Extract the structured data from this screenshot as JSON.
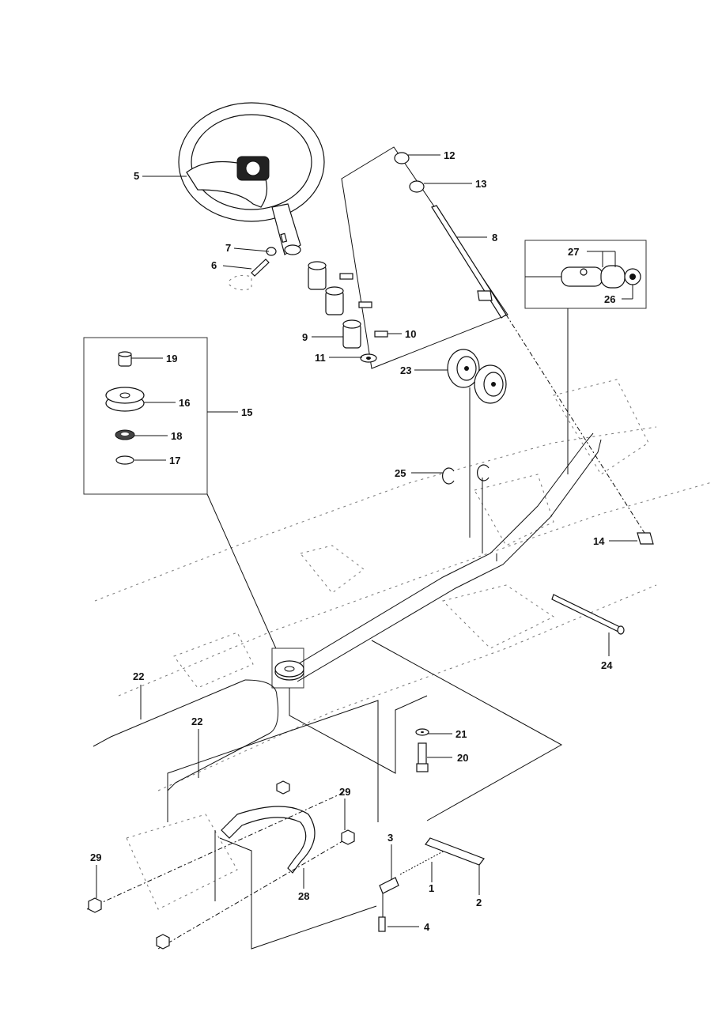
{
  "callouts": {
    "c1": "1",
    "c2": "2",
    "c3": "3",
    "c4": "4",
    "c5": "5",
    "c6": "6",
    "c7": "7",
    "c8": "8",
    "c9": "9",
    "c10": "10",
    "c11": "11",
    "c12": "12",
    "c13": "13",
    "c14": "14",
    "c15": "15",
    "c16": "16",
    "c17": "17",
    "c18": "18",
    "c19": "19",
    "c20": "20",
    "c21": "21",
    "c22a": "22",
    "c22b": "22",
    "c23": "23",
    "c24": "24",
    "c25": "25",
    "c26": "26",
    "c27": "27",
    "c28": "28",
    "c29a": "29",
    "c29b": "29"
  }
}
